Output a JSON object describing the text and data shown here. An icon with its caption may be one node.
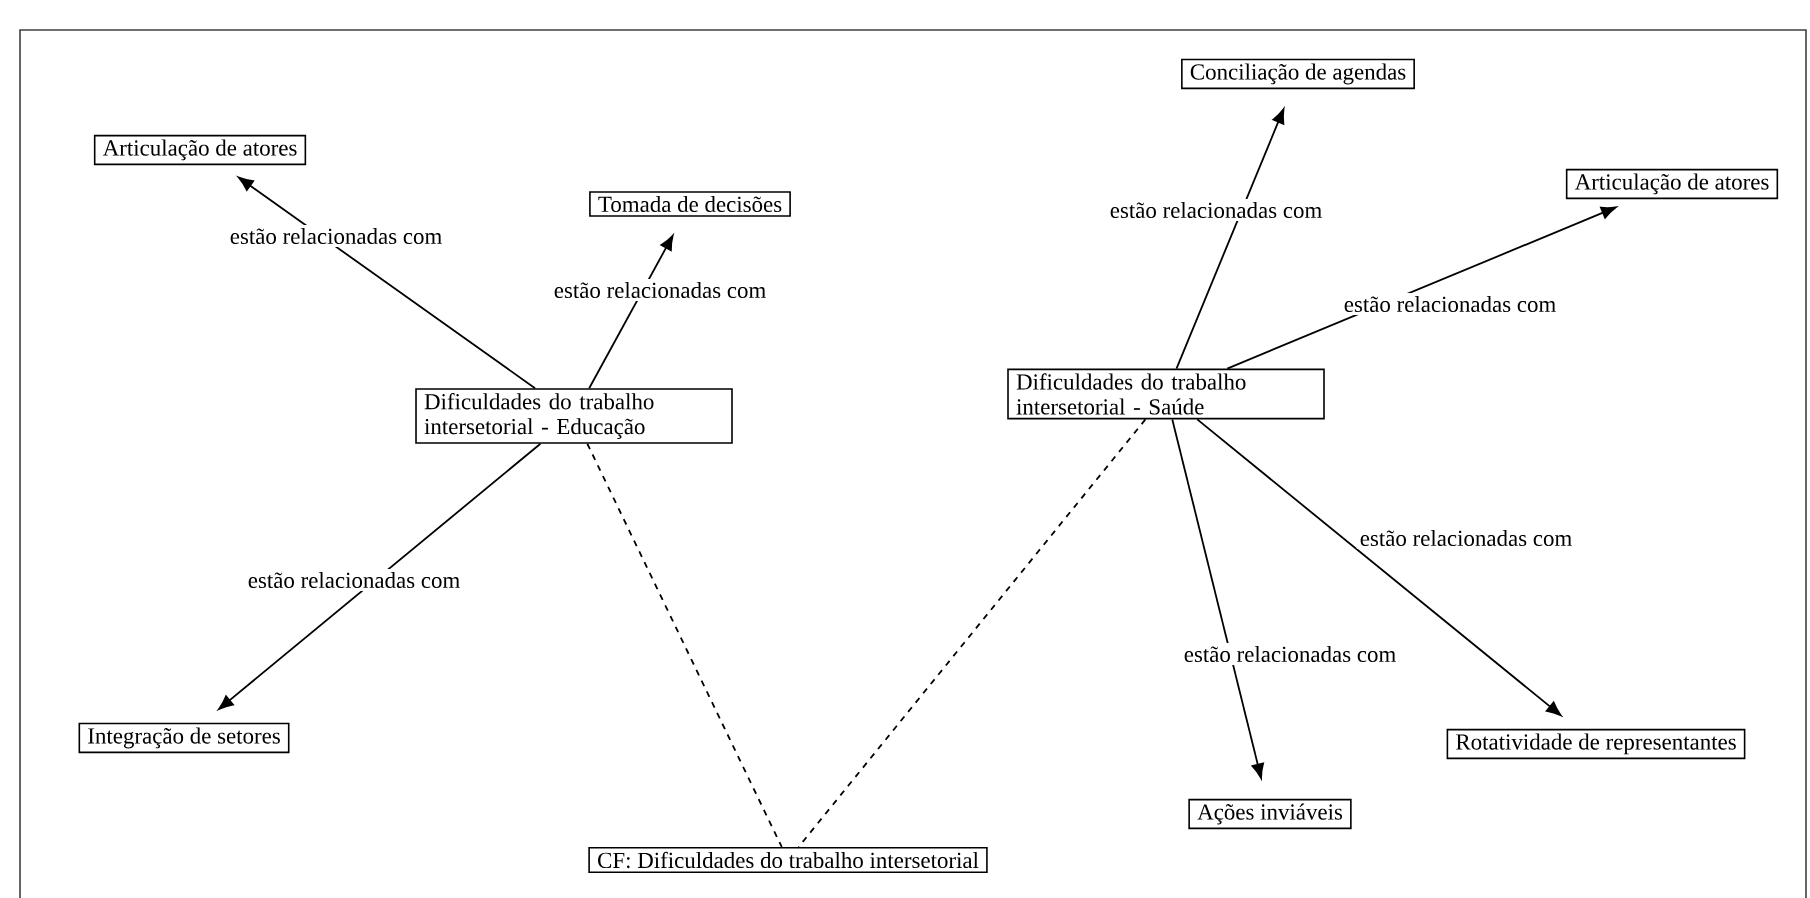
{
  "diagram": {
    "nodes": [
      {
        "text": [
          "Dificuldades do trabalho intersetorial - Educação"
        ]
      },
      {
        "text": [
          "Articulação de atores"
        ]
      },
      {
        "text": [
          "Tomada de decisões"
        ]
      },
      {
        "text": [
          "Integração de setores"
        ]
      },
      {
        "text": [
          "Dificuldades do trabalho intersetorial - Saúde"
        ]
      },
      {
        "text": [
          "Conciliação de agendas"
        ]
      },
      {
        "text": [
          "Articulação de atores"
        ]
      },
      {
        "text": [
          "Ações inviáveis"
        ]
      },
      {
        "text": [
          "Rotatividade de representantes"
        ]
      },
      {
        "text": [
          "CF: Dificuldades do trabalho intersetorial"
        ]
      }
    ],
    "edges": [
      {
        "from": 0,
        "to": 1,
        "arrow": "to",
        "label": "estão relacionadas com"
      },
      {
        "from": 0,
        "to": 2,
        "arrow": "to",
        "label": "estão relacionadas com"
      },
      {
        "from": 0,
        "to": 3,
        "arrow": "to",
        "label": "estão relacionadas com"
      },
      {
        "from": 4,
        "to": 5,
        "arrow": "to",
        "label": "estão relacionadas com"
      },
      {
        "from": 4,
        "to": 6,
        "arrow": "to",
        "label": "estão relacionadas com"
      },
      {
        "from": 4,
        "to": 7,
        "arrow": "to",
        "label": "estão relacionadas com"
      },
      {
        "from": 4,
        "to": 8,
        "arrow": "to",
        "label": "estão relacionadas com"
      },
      {
        "from": 0,
        "to": 9,
        "arrow": "none",
        "style": "dashed"
      },
      {
        "from": 4,
        "to": 9,
        "arrow": "none",
        "style": "dashed"
      }
    ]
  }
}
